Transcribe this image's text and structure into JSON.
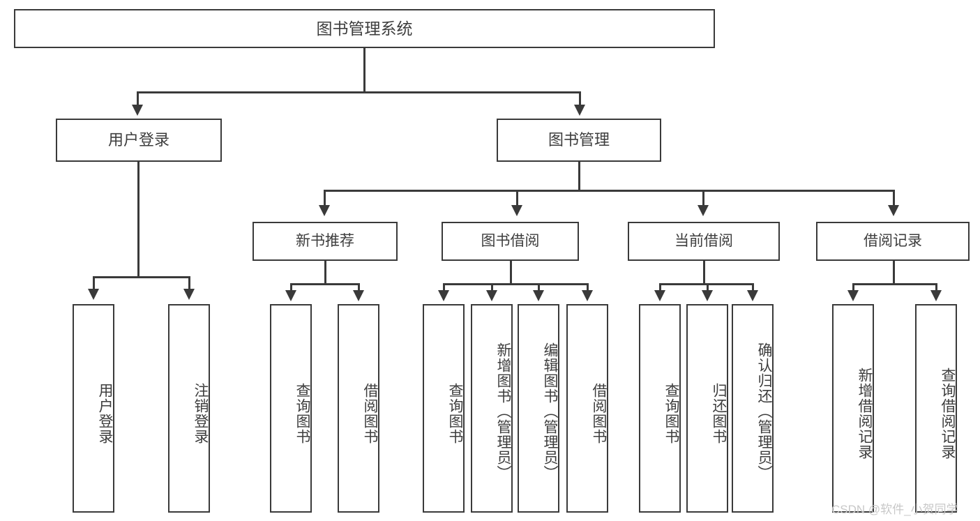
{
  "diagram": {
    "title": "图书管理系统",
    "watermark": "CSDN @软件_小贺同学",
    "colors": {
      "stroke": "#3a3a3a",
      "text": "#3d3d3d",
      "background": "#ffffff",
      "watermark": "#c8c8c8"
    },
    "root": {
      "label": "图书管理系统"
    },
    "level2": [
      {
        "label": "用户登录"
      },
      {
        "label": "图书管理"
      }
    ],
    "level3": [
      {
        "label": "新书推荐"
      },
      {
        "label": "图书借阅"
      },
      {
        "label": "当前借阅"
      },
      {
        "label": "借阅记录"
      }
    ],
    "leaves": [
      {
        "label": "用户登录",
        "parent": "用户登录"
      },
      {
        "label": "注销登录",
        "parent": "用户登录"
      },
      {
        "label": "查询图书",
        "parent": "新书推荐"
      },
      {
        "label": "借阅图书",
        "parent": "新书推荐"
      },
      {
        "label": "查询图书",
        "parent": "图书借阅"
      },
      {
        "label": "新增图书（管理员）",
        "parent": "图书借阅"
      },
      {
        "label": "编辑图书（管理员）",
        "parent": "图书借阅"
      },
      {
        "label": "借阅图书",
        "parent": "图书借阅"
      },
      {
        "label": "查询图书",
        "parent": "当前借阅"
      },
      {
        "label": "归还图书",
        "parent": "当前借阅"
      },
      {
        "label": "确认归还（管理员）",
        "parent": "当前借阅"
      },
      {
        "label": "新增借阅记录",
        "parent": "借阅记录"
      },
      {
        "label": "查询借阅记录",
        "parent": "借阅记录"
      }
    ]
  }
}
